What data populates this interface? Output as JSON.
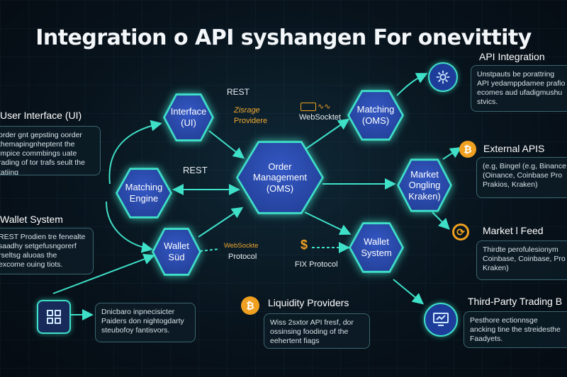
{
  "title": "Integration o API syshangen For onevittity",
  "nodes": {
    "interface": "Interface\n(UI)",
    "matching_engine": "Matching\nEngine",
    "wallet_sud": "Wallet\nSüd",
    "oms": "Order\nManagement\n(OMS)",
    "matching_oms": "Matching\n(OMS)",
    "market_ongling": "Market\nOngling\nKraken)",
    "wallet_system": "Wallet\nSystem"
  },
  "edge_labels": {
    "rest_top": "REST",
    "rest_left": "REST",
    "zisrage": "Zisrage",
    "providere": "Providere",
    "websocket_top": "WebSocktet",
    "websocket_mid": "WebSockte",
    "protocol": "Protocol",
    "fix_protocol": "FIX Protocol"
  },
  "left_sections": [
    {
      "heading": "User Interface (UI)",
      "text": "order gnt gepsting oorder\nthemapingnheptent the\nimpice commbings uate\nrading of tor trafs seult the\ntatiing"
    },
    {
      "heading": "Wallet System",
      "text": "REST Prodien tre fenealte\nsaadhy setgefusngorerf\nrseltsg aluoas the\nexcome ouing tiots."
    },
    {
      "heading": "",
      "text": "Dnicbaro inpnecisicter\nPaiders don nightogdarty\nsteubofoy fantisvors."
    }
  ],
  "right_sections": [
    {
      "heading": "API Integration",
      "text": "Unstpauts be porattring\nAPI yedamppdamee prafio\necomes aud ufadigmushu\nstvics."
    },
    {
      "heading": "External APIS",
      "text": "(e.g, Bingel (e.g, Binance\n(Oinance, Coinbase Pro\nPrakios, Kraken)"
    },
    {
      "heading": "Market l Feed",
      "text": "Thirdte perofulesionym\nCoinbase, Coinbase, Pro\nKraken)"
    },
    {
      "heading": "Third-Party Trading B",
      "text": "Pesthore ectionnsge\nancking tine the streidesthe\nFaadyets."
    }
  ],
  "liquidity": {
    "heading": "Liquidity Providers",
    "text": "Wiss 2sxtor API fresf, dor\nossinsing fooding of the\neehertent fiags"
  },
  "icons": {
    "api_integration": "gear-network-icon",
    "external_apis": "bitcoin-icon",
    "market_feed": "refresh-icon",
    "third_party": "trading-screen-icon",
    "left_bottom": "grid-app-icon",
    "liquidity": "bitcoin-icon",
    "fix": "dollar-icon",
    "websocket_top": "plug-icon"
  },
  "colors": {
    "accent": "#3fe0c8",
    "node_fill": "#2a4aa8",
    "bitcoin": "#f0a020",
    "background": "#08131c"
  }
}
